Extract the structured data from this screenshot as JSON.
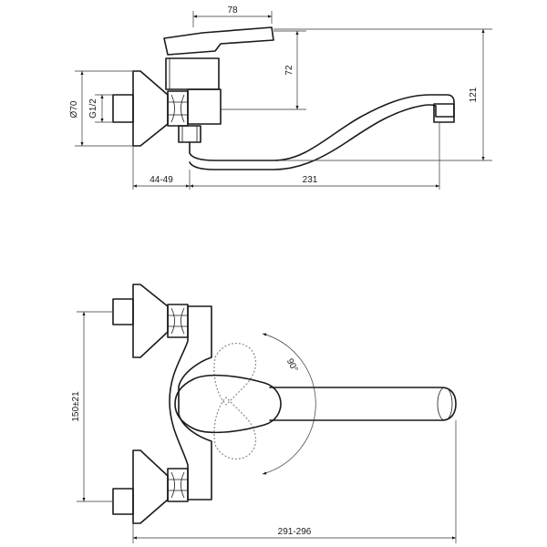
{
  "dimensions": {
    "lever_length": "78",
    "lever_height": "72",
    "total_height": "121",
    "flange_diameter": "Ø70",
    "thread_size": "G1/2",
    "wall_offset": "44-49",
    "spout_reach": "231",
    "center_distance": "150±21",
    "swivel_angle": "90°",
    "total_width": "291-296"
  },
  "colors": {
    "line": "#1a1a1a",
    "ghost": "#8a8a8a"
  }
}
